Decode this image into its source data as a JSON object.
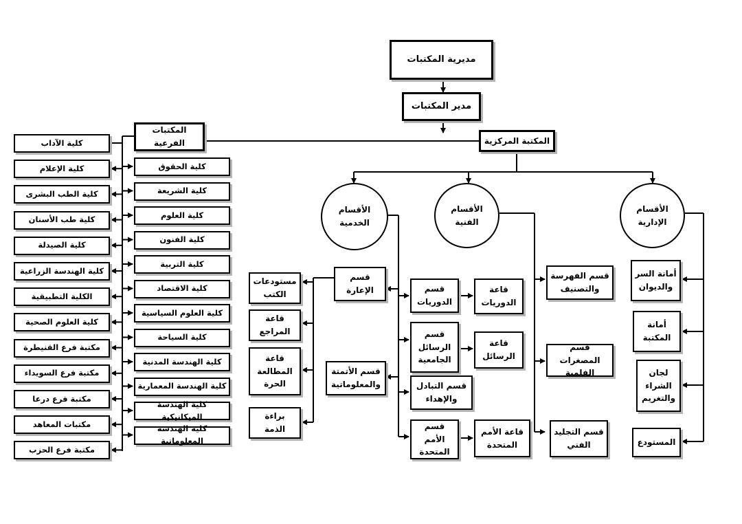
{
  "directorate": "مديرية المكتبات",
  "director": "مدير المكتبات",
  "central_library": "المكتبة المركزية",
  "branch_libraries": "المكتبات الفرعية",
  "departments": {
    "admin": "الأقسام\nالإدارية",
    "technical": "الأقسام\nالفنية",
    "services": "الأقسام\nالخدمية"
  },
  "admin_items": [
    "أمانة السر\nوالديوان",
    "أمانة\nالمكتبة",
    "لجان\nالشراء\nوالتغريم",
    "المستودع"
  ],
  "technical_items": [
    "قسم الفهرسة\nوالتصنيف",
    "قسم المصغرات\nالفلمية",
    "قسم التجليد\nالفني"
  ],
  "service_sections": [
    "قسم\nالدوريات",
    "قسم\nالرسائل\nالجامعية",
    "قسم التبادل\nوالإهداء",
    "قسم الأمم\nالمتحدة"
  ],
  "service_halls": [
    "قاعة\nالدوريات",
    "قاعة\nالرسائل",
    "قاعة الأمم\nالمتحدة"
  ],
  "lending_dept": "قسم\nالإعارة",
  "automation_dept": "قسم الأتمتة\nوالمعلوماتية",
  "lending_items": [
    "مستودعات\nالكتب",
    "قاعة\nالمراجع",
    "قاعة\nالمطالعة\nالحرة",
    "براءة\nالذمة"
  ],
  "branch_inner": [
    "كلية الحقوق",
    "كلية الشريعة",
    "كلية العلوم",
    "كلية الفنون",
    "كلية التربية",
    "كلية الاقتصاد",
    "كلية العلوم السياسية",
    "كلية السياحة",
    "كلية الهندسة المدنية",
    "كلية الهندسة المعمارية",
    "كلية الهندسة الميكانيكية",
    "كلية الهندسة المعلوماتية"
  ],
  "branch_outer": [
    "كلية الآداب",
    "كلية الإعلام",
    "كلية الطب البشرى",
    "كلية طب الأسنان",
    "كلية الصيدلة",
    "كلية الهندسة الزراعية",
    "الكلية التطبيقية",
    "كلية العلوم الصحية",
    "مكتبة فرع القنيطرة",
    "مكتبة فرع السويداء",
    "مكتبة فرع درعا",
    "مكتبات المعاهد",
    "مكتبة فرع الحزب"
  ]
}
